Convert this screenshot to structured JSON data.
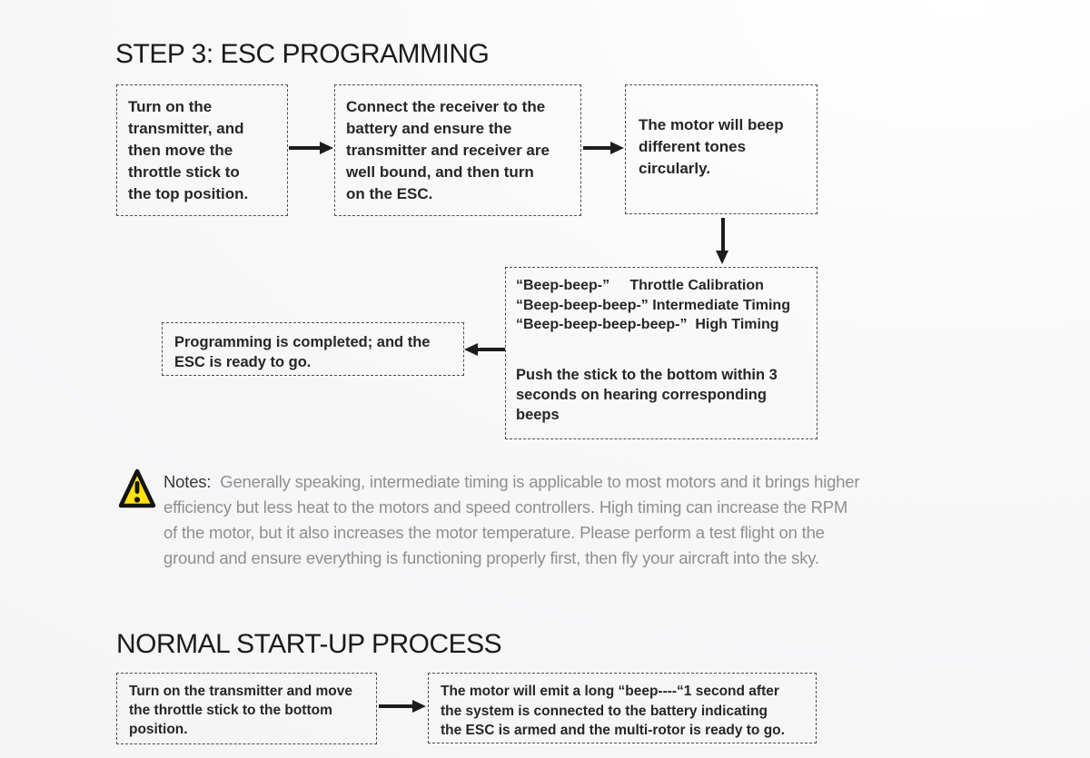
{
  "step3": {
    "title": "STEP 3: ESC PROGRAMMING",
    "box_transmitter": "Turn on the\ntransmitter, and\nthen move the\nthrottle stick to\nthe top position.",
    "box_receiver": "Connect the receiver to the\nbattery and ensure the\ntransmitter and receiver are\nwell bound, and then turn\non the ESC.",
    "box_motor_beep": "The motor will beep\ndifferent tones\ncircularly.",
    "beep_lines": [
      "“Beep-beep-”     Throttle Calibration",
      "“Beep-beep-beep-” Intermediate Timing",
      "“Beep-beep-beep-beep-”  High Timing"
    ],
    "push_text": "Push the stick to the bottom within 3\nseconds on hearing corresponding\nbeeps",
    "box_completed": "Programming is completed; and the\nESC is ready to go.",
    "notes_label": "Notes:",
    "notes_body": "Generally speaking, intermediate timing is applicable to most motors and it brings higher\nefficiency but less heat to the motors and speed controllers. High timing can increase the RPM\nof the motor, but it also increases the motor temperature. Please perform a test flight on the\nground and ensure everything is functioning properly first, then fly your aircraft into the sky."
  },
  "startup": {
    "title": "NORMAL START-UP PROCESS",
    "box_transmitter": "Turn on the transmitter and move\nthe throttle stick to the bottom\nposition.",
    "box_motor": "The motor will emit a long “beep----“1 second after\nthe system is connected to the battery indicating\nthe ESC is armed and the multi-rotor is ready to go."
  },
  "colors": {
    "warning_fill": "#FFE10B",
    "arrow": "#1d1d1d",
    "box_border": "#4d4d4d",
    "box_text": "#262626",
    "notes_text": "#8f8f8f"
  }
}
